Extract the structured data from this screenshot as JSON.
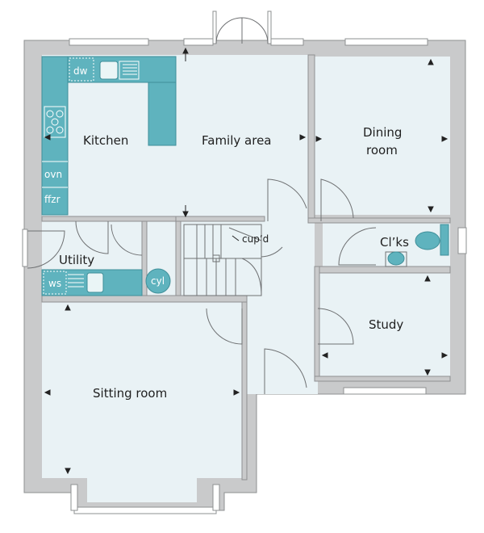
{
  "rooms": {
    "kitchen": "Kitchen",
    "family_area": "Family area",
    "dining_line1": "Dining",
    "dining_line2": "room",
    "utility": "Utility",
    "clks": "Cl’ks",
    "study": "Study",
    "sitting_room": "Sitting room"
  },
  "fittings": {
    "dw": "dw",
    "ovn": "ovn",
    "ffzr": "ffzr",
    "ws": "ws",
    "cyl": "cyl",
    "cupboard": "cup’d"
  },
  "colors": {
    "floor": "#e9f2f5",
    "wall": "#c9cacb",
    "fitting": "#5fb3be"
  }
}
